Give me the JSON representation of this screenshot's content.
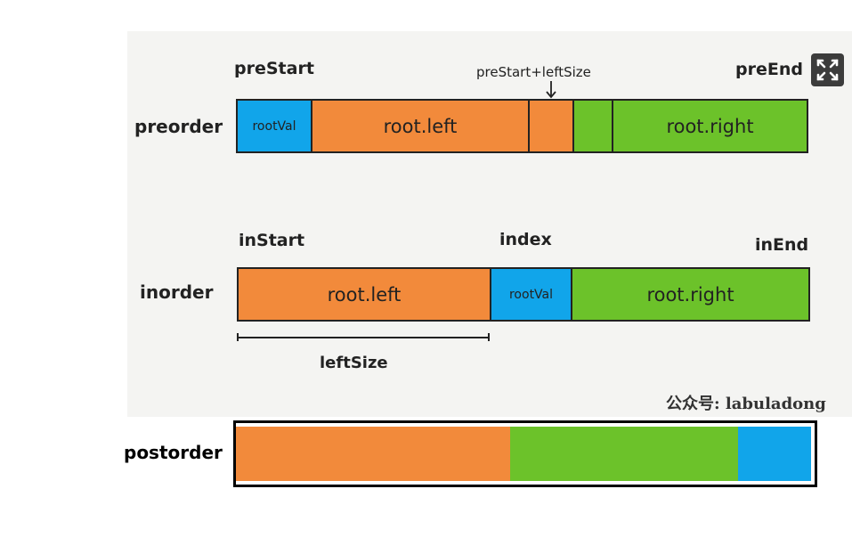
{
  "diagram": {
    "preorder": {
      "row_label": "preorder",
      "pre_start": "preStart",
      "pre_start_left_size": "preStart+leftSize",
      "pre_end": "preEnd",
      "root_val": "rootVal",
      "root_left": "root.left",
      "root_right": "root.right"
    },
    "inorder": {
      "row_label": "inorder",
      "in_start": "inStart",
      "index": "index",
      "in_end": "inEnd",
      "root_left": "root.left",
      "root_val": "rootVal",
      "root_right": "root.right",
      "left_size": "leftSize"
    },
    "watermark": "公众号: labuladong",
    "postorder": {
      "row_label": "postorder"
    }
  },
  "colors": {
    "root_val": "#11a5ea",
    "left_subtree": "#f28a3b",
    "right_subtree": "#6cc22a"
  },
  "icons": {
    "expand": "expand-icon"
  }
}
